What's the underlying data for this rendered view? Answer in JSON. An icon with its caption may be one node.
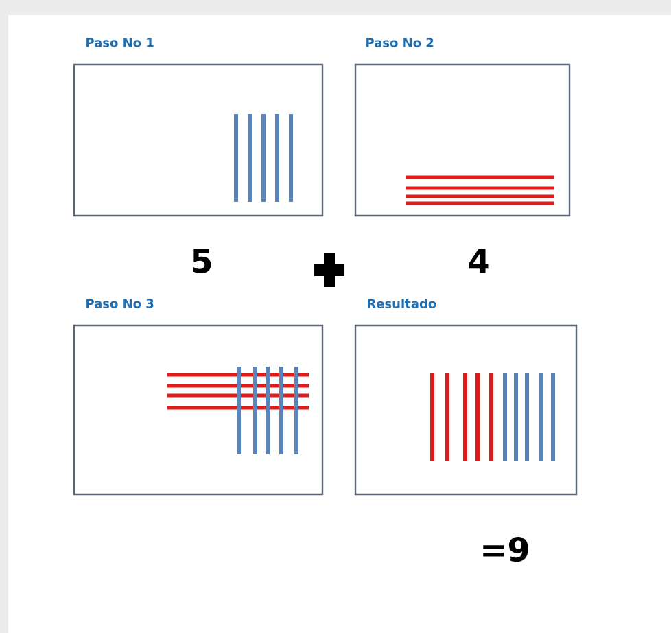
{
  "diagram": {
    "nodes": [
      {
        "text": [
          "Paso No 1"
        ]
      },
      {
        "text": [
          "Paso No 2"
        ]
      },
      {
        "text": [
          "Paso No 3"
        ]
      },
      {
        "text": [
          "Resultado"
        ]
      }
    ],
    "labels": [
      "5",
      "4",
      "=9"
    ]
  }
}
